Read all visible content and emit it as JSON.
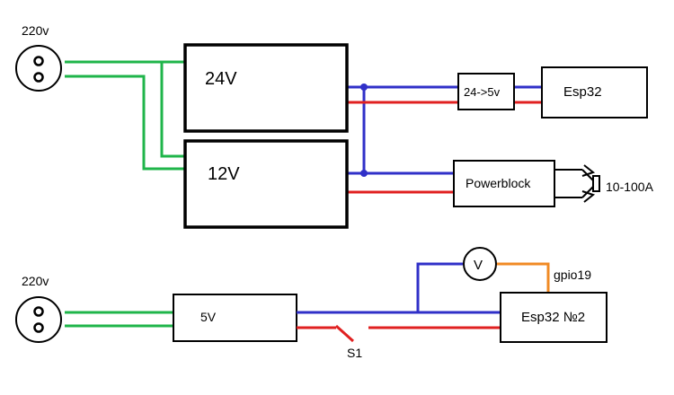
{
  "colors": {
    "live": "#1fb54a",
    "negative": "#e02020",
    "positive": "#3030c8",
    "signal": "#f08a24",
    "outline": "#000000"
  },
  "icons": [
    "power-socket-icon",
    "voltmeter-icon",
    "switch-icon",
    "current-shunt-icon"
  ],
  "top_circuit": {
    "socket_label": "220v",
    "psu_24_label": "24V",
    "psu_12_label": "12V",
    "converter_label": "24->5v",
    "esp32_label": "Esp32",
    "powerblock_label": "Powerblock",
    "load_label": "10-100A"
  },
  "bottom_circuit": {
    "socket_label": "220v",
    "psu_5_label": "5V",
    "switch_label": "S1",
    "voltmeter_label": "V",
    "gpio_label": "gpio19",
    "esp32_2_label": "Esp32 №2"
  }
}
